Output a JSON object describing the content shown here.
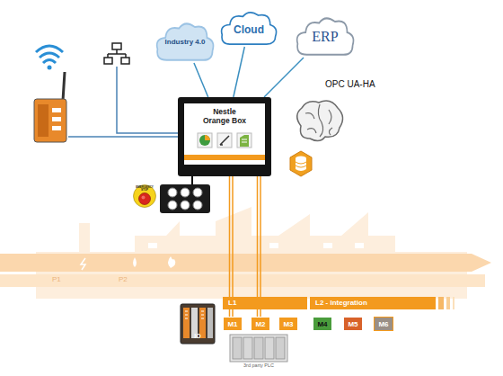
{
  "diagram": {
    "nodes": [
      {
        "text": [
          "Industry 4.0"
        ]
      },
      {
        "text": [
          "Cloud"
        ]
      },
      {
        "text": [
          "ERP"
        ]
      },
      {
        "text": [
          "Nestle Orange Box"
        ]
      },
      {
        "text": [
          "EMERGENCY STOP"
        ]
      },
      {
        "text": [
          "L1"
        ]
      },
      {
        "text": [
          "L2 - Integration"
        ]
      },
      {
        "text": [
          "IO"
        ]
      },
      {
        "text": [
          "M1"
        ]
      },
      {
        "text": [
          "M2"
        ]
      },
      {
        "text": [
          "M3"
        ]
      },
      {
        "text": [
          "M4"
        ]
      },
      {
        "text": [
          "M5"
        ]
      },
      {
        "text": [
          "M6"
        ]
      },
      {
        "text": [
          "3rd party PLC"
        ]
      }
    ],
    "edges": [
      {
        "from": 3,
        "to": 0,
        "arrow": "none"
      },
      {
        "from": 3,
        "to": 1,
        "arrow": "none"
      },
      {
        "from": 3,
        "to": 2,
        "arrow": "none"
      },
      {
        "from": 3,
        "to": 8,
        "arrow": "none"
      },
      {
        "from": 3,
        "to": 9,
        "arrow": "none"
      }
    ],
    "labels": [
      "OPC UA-HA",
      "P1",
      "P2"
    ]
  }
}
